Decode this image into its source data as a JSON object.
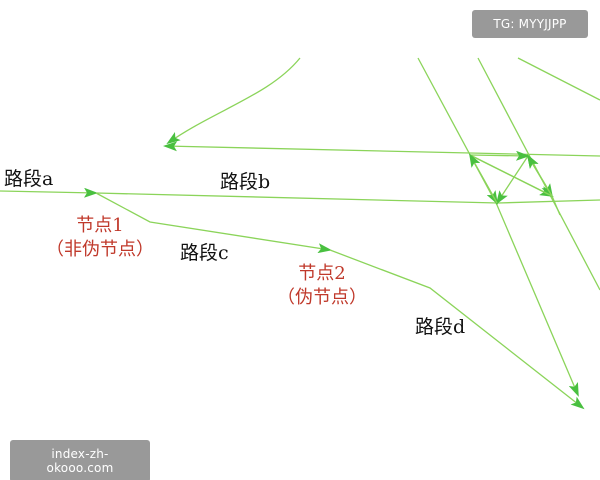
{
  "labels": {
    "road_a": "路段a",
    "road_b": "路段b",
    "road_c": "路段c",
    "road_d": "路段d",
    "node1_line1": "节点1",
    "node1_line2": "（非伪节点）",
    "node2_line1": "节点2",
    "node2_line2": "（伪节点）"
  },
  "watermarks": {
    "top": "TG: MYYJJPP",
    "bottom": "index-zh-okooo.com"
  },
  "colors": {
    "line": "#8bd45a",
    "arrow": "#49c040",
    "node_text": "#c0392b",
    "road_text": "#111111"
  }
}
